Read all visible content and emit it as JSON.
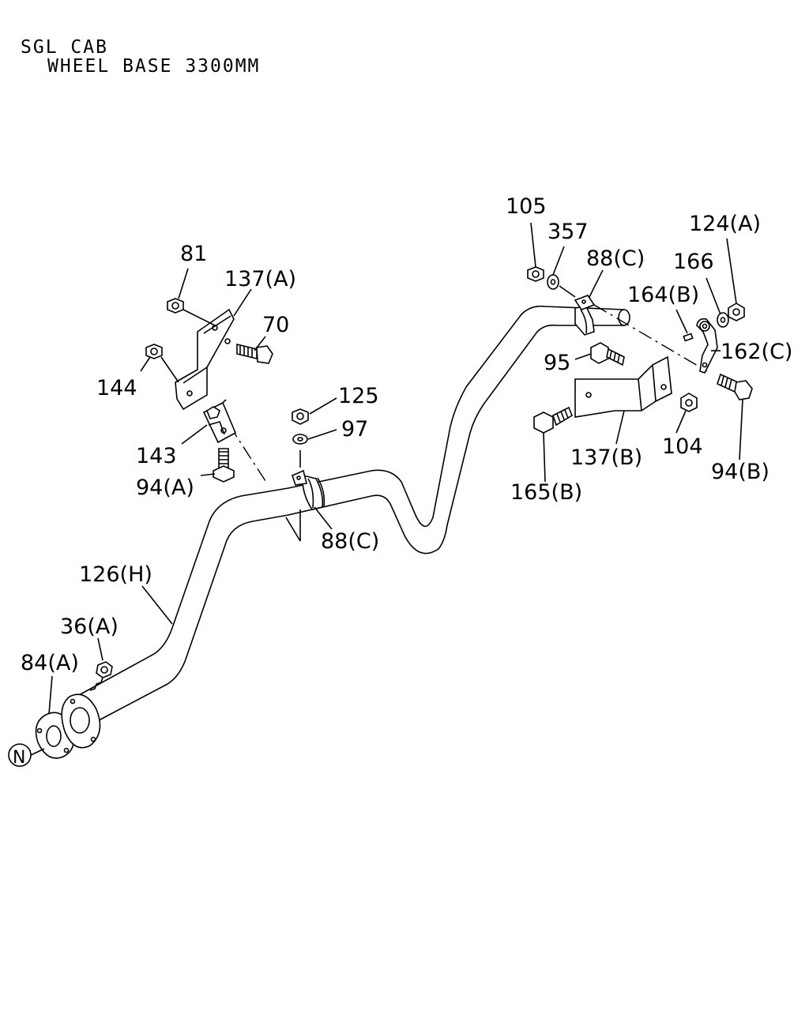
{
  "header": {
    "line1": "SGL CAB",
    "line2": "WHEEL BASE 3300MM"
  },
  "callouts": {
    "c105": "105",
    "c357": "357",
    "c88c_top": "88(C)",
    "c164b": "164(B)",
    "c124a": "124(A)",
    "c166": "166",
    "c162c": "162(C)",
    "c95": "95",
    "c137b": "137(B)",
    "c104": "104",
    "c94b": "94(B)",
    "c165b": "165(B)",
    "c81": "81",
    "c137a": "137(A)",
    "c70": "70",
    "c144": "144",
    "c143": "143",
    "c94a": "94(A)",
    "c125": "125",
    "c97": "97",
    "c88c_mid": "88(C)",
    "c126h": "126(H)",
    "c36a": "36(A)",
    "c84a": "84(A)",
    "cN": "N"
  }
}
